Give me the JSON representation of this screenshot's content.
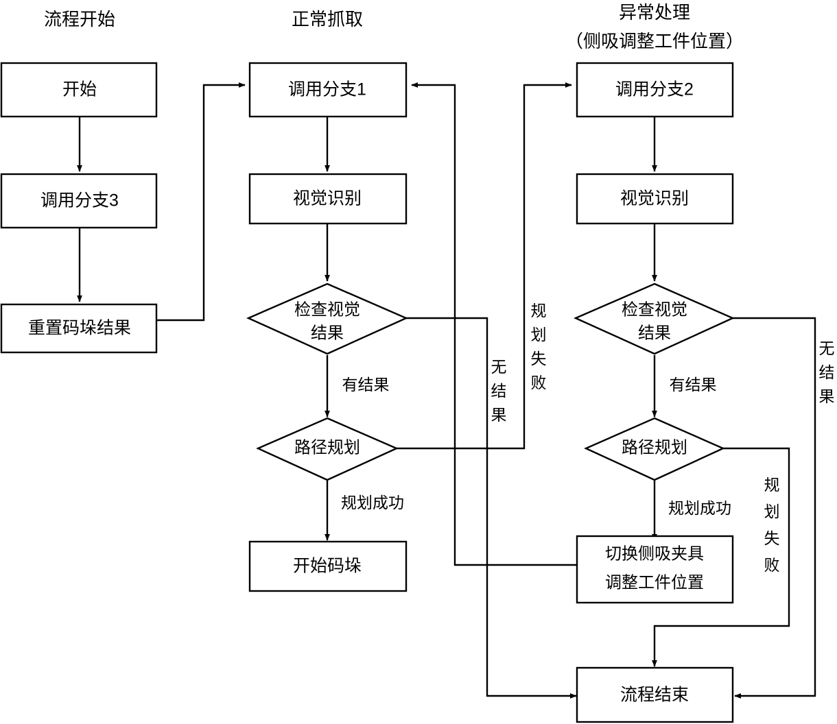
{
  "diagram": {
    "title_groups": [
      {
        "id": "start-group",
        "line1": "流程开始",
        "line2": ""
      },
      {
        "id": "normal-group",
        "line1": "正常抓取",
        "line2": ""
      },
      {
        "id": "abnormal-group",
        "line1": "异常处理",
        "line2": "（侧吸调整工件位置）"
      }
    ],
    "nodes": {
      "start": {
        "label": "开始",
        "type": "process"
      },
      "branch3": {
        "label": "调用分支3",
        "type": "process"
      },
      "reset_palletize": {
        "label": "重置码垛结果",
        "type": "process"
      },
      "branch1": {
        "label": "调用分支1",
        "type": "process"
      },
      "vision1": {
        "label": "视觉识别",
        "type": "process"
      },
      "check_vision1_l1": {
        "label": "检查视觉",
        "type": "decision"
      },
      "check_vision1_l2": {
        "label": "结果",
        "type": "decision"
      },
      "path_plan1": {
        "label": "路径规划",
        "type": "decision"
      },
      "start_palletize": {
        "label": "开始码垛",
        "type": "process"
      },
      "branch2": {
        "label": "调用分支2",
        "type": "process"
      },
      "vision2": {
        "label": "视觉识别",
        "type": "process"
      },
      "check_vision2_l1": {
        "label": "检查视觉",
        "type": "decision"
      },
      "check_vision2_l2": {
        "label": "结果",
        "type": "decision"
      },
      "path_plan2": {
        "label": "路径规划",
        "type": "decision"
      },
      "switch_gripper_l1": {
        "label": "切换侧吸夹具",
        "type": "process"
      },
      "switch_gripper_l2": {
        "label": "调整工件位置",
        "type": "process"
      },
      "flow_end": {
        "label": "流程结束",
        "type": "process"
      }
    },
    "edge_labels": {
      "has_result_1": "有结果",
      "plan_ok_1": "规划成功",
      "no_result_mid": {
        "c1": "无",
        "c2": "结",
        "c3": "果"
      },
      "plan_fail_mid": {
        "c1": "规",
        "c2": "划",
        "c3": "失",
        "c4": "败"
      },
      "has_result_2": "有结果",
      "plan_ok_2": "规划成功",
      "no_result_right": {
        "c1": "无",
        "c2": "结",
        "c3": "果"
      },
      "plan_fail_right": {
        "c1": "规",
        "c2": "划",
        "c3": "失",
        "c4": "败"
      }
    },
    "colors": {
      "stroke": "#000000",
      "fill": "#ffffff",
      "text": "#000000"
    }
  }
}
